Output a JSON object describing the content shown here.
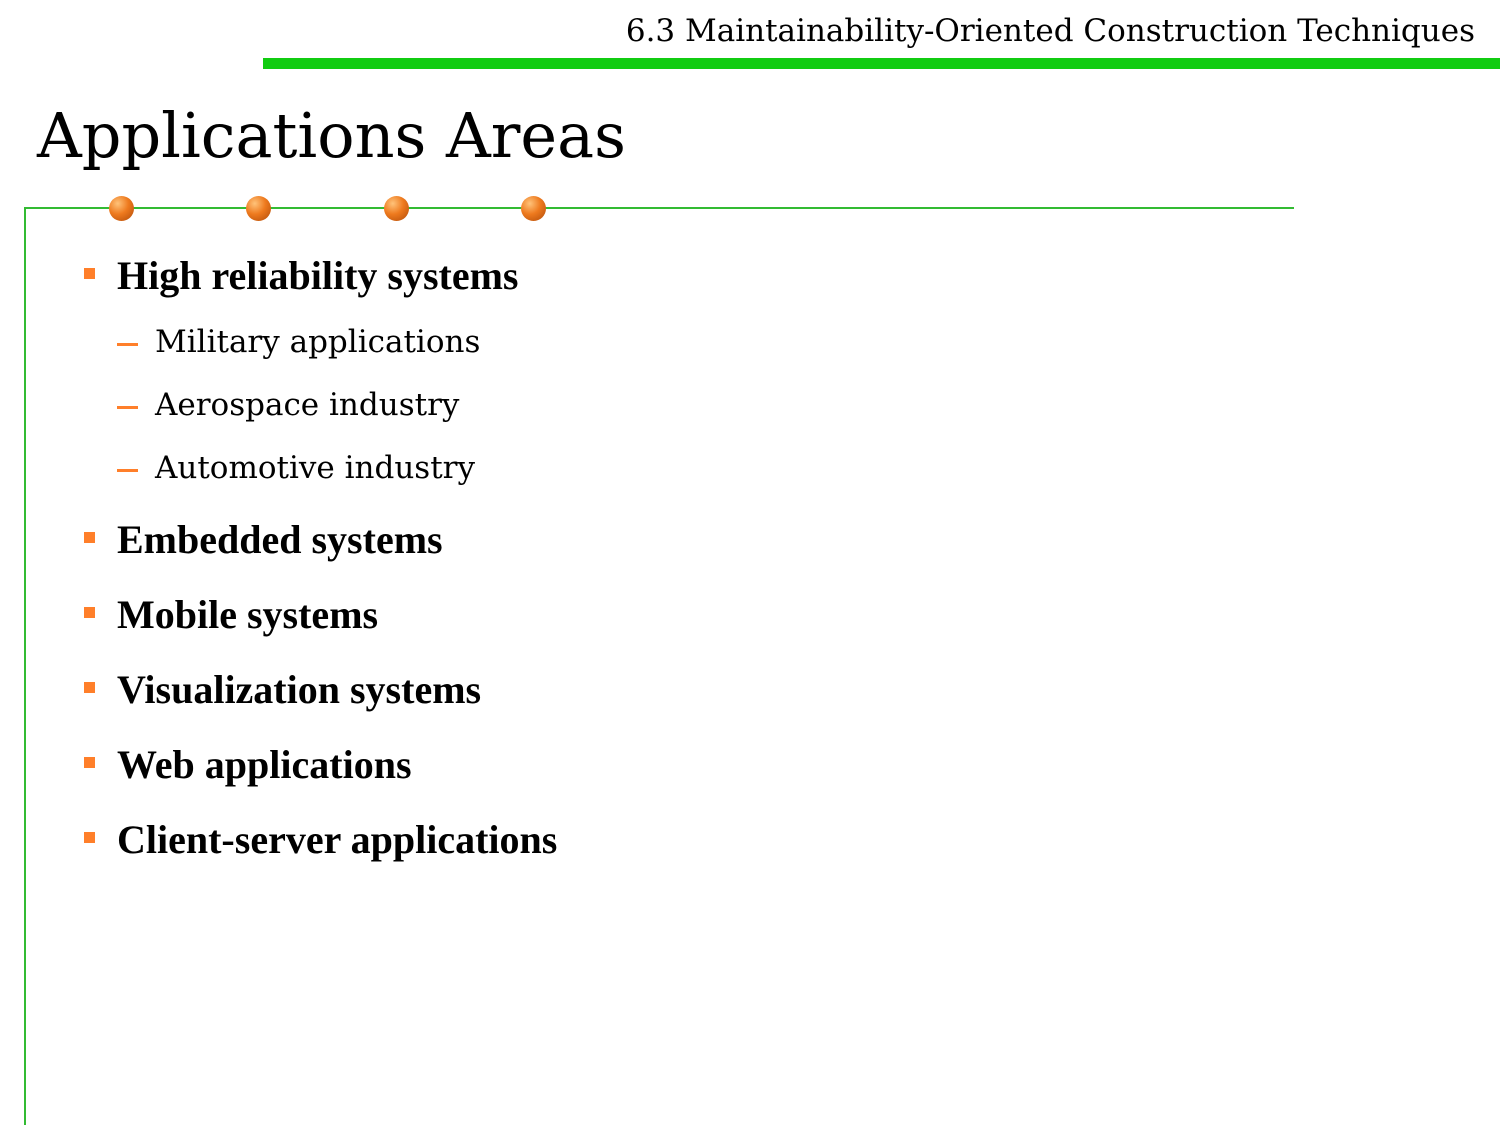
{
  "header": {
    "section_title": "6.3 Maintainability-Oriented Construction Techniques",
    "accent_color": "#11cc11"
  },
  "slide": {
    "title": "Applications Areas",
    "bullet_color": "#ff7f2a",
    "items": [
      {
        "label": "High reliability systems",
        "subitems": [
          "Military applications",
          "Aerospace industry",
          "Automotive industry"
        ]
      },
      {
        "label": "Embedded systems"
      },
      {
        "label": "Mobile systems"
      },
      {
        "label": "Visualization systems"
      },
      {
        "label": "Web applications"
      },
      {
        "label": "Client-server applications"
      }
    ]
  },
  "icons": {
    "bullet": "orange-square-bullet-icon",
    "sub_bullet": "orange-dash-icon",
    "decoration": "orange-sphere-icon"
  }
}
